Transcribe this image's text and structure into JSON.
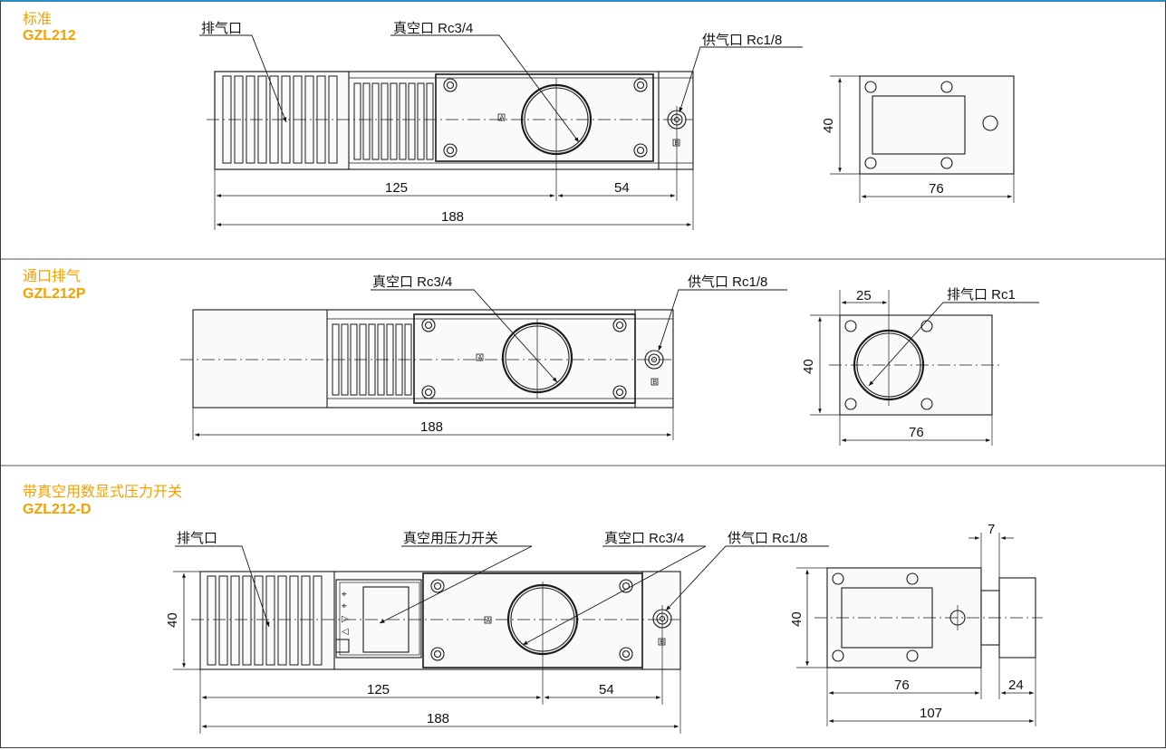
{
  "panels": [
    {
      "title": "标准",
      "model": "GZL212",
      "callouts": {
        "exhaust": "排气口",
        "vacuum": "真空口 Rc3/4",
        "supply": "供气口 Rc1/8"
      },
      "dims": {
        "d125": "125",
        "d54": "54",
        "d188": "188",
        "d40": "40",
        "d76": "76"
      },
      "markers": {
        "a": "A",
        "b": "B"
      }
    },
    {
      "title": "通口排气",
      "model": "GZL212P",
      "callouts": {
        "vacuum": "真空口 Rc3/4",
        "supply": "供气口 Rc1/8",
        "exhaust": "排气口 Rc1"
      },
      "dims": {
        "d188": "188",
        "d25": "25",
        "d40": "40",
        "d76": "76"
      },
      "markers": {
        "a": "A",
        "b": "B"
      }
    },
    {
      "title": "带真空用数显式压力开关",
      "model": "GZL212-D",
      "callouts": {
        "exhaust": "排气口",
        "switch": "真空用压力开关",
        "vacuum": "真空口 Rc3/4",
        "supply": "供气口 Rc1/8"
      },
      "dims": {
        "d40": "40",
        "d125": "125",
        "d54": "54",
        "d188": "188",
        "d7": "7",
        "d40b": "40",
        "d76": "76",
        "d24": "24",
        "d107": "107"
      },
      "markers": {
        "a": "A",
        "b": "B"
      }
    }
  ],
  "colors": {
    "accent": "#f5a000",
    "frame_top": "#2a8fc0",
    "line": "#1a1a1a"
  }
}
